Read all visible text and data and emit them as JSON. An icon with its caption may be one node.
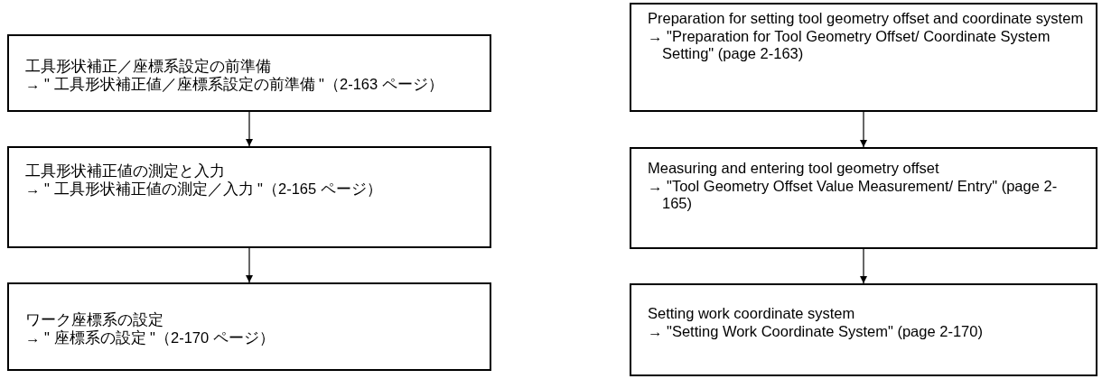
{
  "diagram": {
    "nodes": [
      {
        "text": [
          "工具形状補正／座標系設定の前準備",
          "→ \" 工具形状補正値／座標系設定の前準備 \"（2-163 ページ）"
        ]
      },
      {
        "text": [
          "工具形状補正値の測定と入力",
          "→ \" 工具形状補正値の測定／入力 \"（2-165 ページ）"
        ]
      },
      {
        "text": [
          "ワーク座標系の設定",
          "→ \" 座標系の設定 \"（2-170 ページ）"
        ]
      },
      {
        "text": [
          "Preparation for setting tool geometry offset and coordinate system",
          "→ \"Preparation for Tool Geometry Offset/ Coordinate System Setting\" (page 2-163)"
        ]
      },
      {
        "text": [
          "Measuring and entering tool geometry offset",
          "→ \"Tool Geometry Offset Value Measurement/ Entry\" (page 2-165)"
        ]
      },
      {
        "text": [
          "Setting work coordinate system",
          "→ \"Setting Work Coordinate System\" (page 2-170)"
        ]
      }
    ],
    "edges": [
      {
        "from": 0,
        "to": 1,
        "arrow": "to"
      },
      {
        "from": 1,
        "to": 2,
        "arrow": "to"
      },
      {
        "from": 3,
        "to": 4,
        "arrow": "to"
      },
      {
        "from": 4,
        "to": 5,
        "arrow": "to"
      }
    ]
  }
}
